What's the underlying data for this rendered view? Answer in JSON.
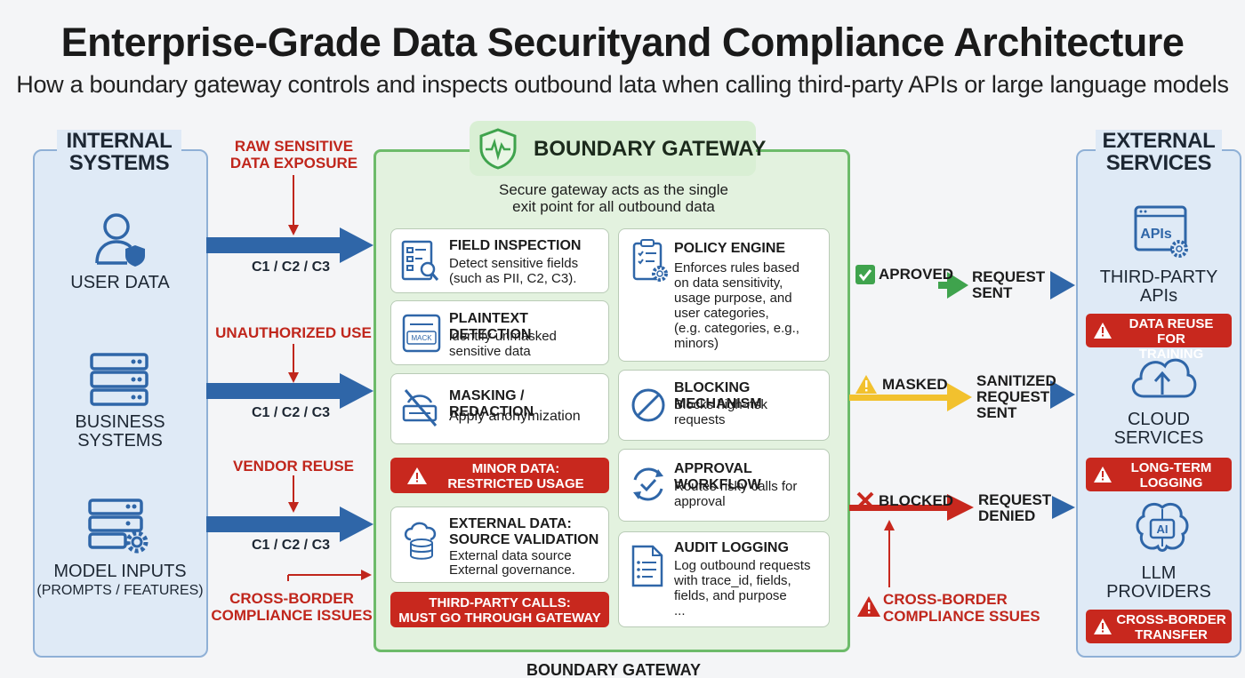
{
  "title": "Enterprise-Grade Data Securityand Compliance Architecture",
  "subtitle": "How a boundary gateway controls and inspects outbound lata when calling third-party APIs or large language models",
  "internal": {
    "heading_line1": "INTERNAL",
    "heading_line2": "SYSTEMS",
    "items": [
      {
        "line1": "USER DATA",
        "line2": "",
        "icon": "user-shield-icon"
      },
      {
        "line1": "BUSINESS",
        "line2": "SYSTEMS",
        "icon": "server-stack-icon"
      },
      {
        "line1": "MODEL INPUTS",
        "line2": "(PROMPTS / FEATURES)",
        "icon": "server-gear-icon"
      }
    ]
  },
  "flows": [
    {
      "risk_line1": "RAW SENSITIVE",
      "risk_line2": "DATA EXPOSURE",
      "code": "C1 / C2 / C3"
    },
    {
      "risk_line1": "UNAUTHORIZED USE",
      "risk_line2": "",
      "code": "C1 / C2 / C3"
    },
    {
      "risk_line1": "VENDOR REUSE",
      "risk_line2": "",
      "code": "C1 / C2 / C3"
    }
  ],
  "left_bottom_risk": {
    "line1": "CROSS-BORDER",
    "line2": "COMPLIANCE ISSUES"
  },
  "gateway": {
    "title": "BOUNDARY GATEWAY",
    "desc_line1": "Secure gateway acts as the single",
    "desc_line2": "exit point for all outbound data",
    "bottom_caption": "BOUNDARY GATEWAY",
    "left_cards": [
      {
        "title": "FIELD INSPECTION",
        "lines": [
          "Detect sensitive fields",
          "(such as PII, C2, C3)."
        ],
        "icon": "document-search-icon"
      },
      {
        "title": "PLAINTEXT DETECTION",
        "lines": [
          "identify unmasked",
          "sensitive data"
        ],
        "icon": "mask-card-icon",
        "icon_text": "MACK"
      },
      {
        "title": "MASKING / REDACTION",
        "lines": [
          "Apply anonymization"
        ],
        "icon": "eye-slash-icon"
      },
      {
        "title": "EXTERNAL DATA:",
        "title2": "SOURCE VALIDATION",
        "lines": [
          "External data source",
          "External governance."
        ],
        "icon": "cloud-database-icon"
      }
    ],
    "right_cards": [
      {
        "title": "POLICY ENGINE",
        "lines": [
          "Enforces rules based",
          "on data sensitivity,",
          "usage purpose, and",
          "user categories,",
          "(e.g. categories, e.g.,",
          "minors)"
        ],
        "icon": "clipboard-gear-icon"
      },
      {
        "title": "BLOCKING MECHANISM",
        "lines": [
          "Blocks high-risk",
          "requests"
        ],
        "icon": "block-icon"
      },
      {
        "title": "APPROVAL WORKFLOW",
        "lines": [
          "Routes risky calls for",
          "approval"
        ],
        "icon": "approval-cycle-icon"
      },
      {
        "title": "AUDIT LOGGING",
        "lines": [
          "Log outbound requests",
          "with trace_id, fields,",
          "fields, and purpose",
          "..."
        ],
        "icon": "log-document-icon"
      }
    ],
    "banners": [
      {
        "line1": "MINOR DATA:",
        "line2": "RESTRICTED USAGE"
      },
      {
        "line1": "THIRD-PARTY CALLS:",
        "line2": "MUST GO THROUGH GATEWAY"
      }
    ]
  },
  "outcomes": [
    {
      "status": "APROVED",
      "symbol": "✓",
      "req_line1": "REQUEST",
      "req_line2": "SENT",
      "req_line3": "",
      "color": "#3fa34d"
    },
    {
      "status": "MASKED",
      "symbol": "!",
      "req_line1": "SANITIZED",
      "req_line2": "REQUEST",
      "req_line3": "SENT",
      "color": "#f2c12e"
    },
    {
      "status": "BLOCKED",
      "symbol": "✕",
      "req_line1": "REQUEST",
      "req_line2": "DENIED",
      "req_line3": "",
      "color": "#c8281e"
    }
  ],
  "right_bottom_risk": {
    "line1": "CROSS-BORDER",
    "line2": "COMPLIANCE SSUES"
  },
  "external": {
    "heading_line1": "EXTERNAL",
    "heading_line2": "SERVICES",
    "items": [
      {
        "line1": "THIRD-PARTY",
        "line2": "APIs",
        "icon": "api-window-icon",
        "icon_text": "APIs",
        "risk_line1": "DATA REUSE FOR",
        "risk_line2": "TRAINING"
      },
      {
        "line1": "CLOUD",
        "line2": "SERVICES",
        "icon": "cloud-upload-icon",
        "risk_line1": "LONG-TERM",
        "risk_line2": "LOGGING"
      },
      {
        "line1": "LLM",
        "line2": "PROVIDERS",
        "icon": "ai-brain-icon",
        "icon_text": "AI",
        "risk_line1": "CROSS-BORDER",
        "risk_line2": "TRANSFER"
      }
    ]
  },
  "colors": {
    "blue_arrow": "#2f66a8",
    "green": "#3fa34d",
    "yellow": "#f2c12e",
    "red": "#c8281e",
    "panel_blue": "#dfeaf6",
    "gateway_green": "#e3f2df"
  }
}
